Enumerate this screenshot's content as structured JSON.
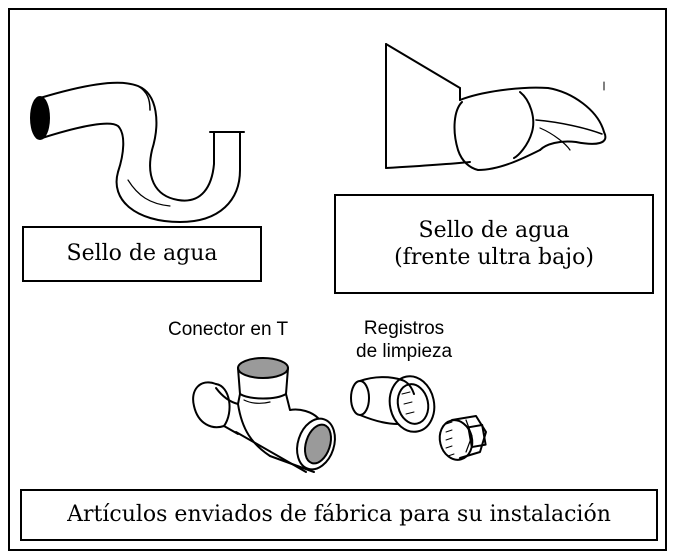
{
  "colors": {
    "ink": "#000000",
    "paper": "#ffffff",
    "opening": "#9a9a9a"
  },
  "icons": [
    "p-trap-pipe",
    "ultra-low-front-trap",
    "tee-connector",
    "cleanout-fitting",
    "cleanout-plug"
  ],
  "labels": {
    "trap": "Sello de agua",
    "trap_low_line1": "Sello de agua",
    "trap_low_line2": "(frente ultra bajo)",
    "tee": "Conector en T",
    "cleanout_line1": "Registros",
    "cleanout_line2": "de limpieza",
    "footer": "Artículos enviados de fábrica para su instalación"
  }
}
